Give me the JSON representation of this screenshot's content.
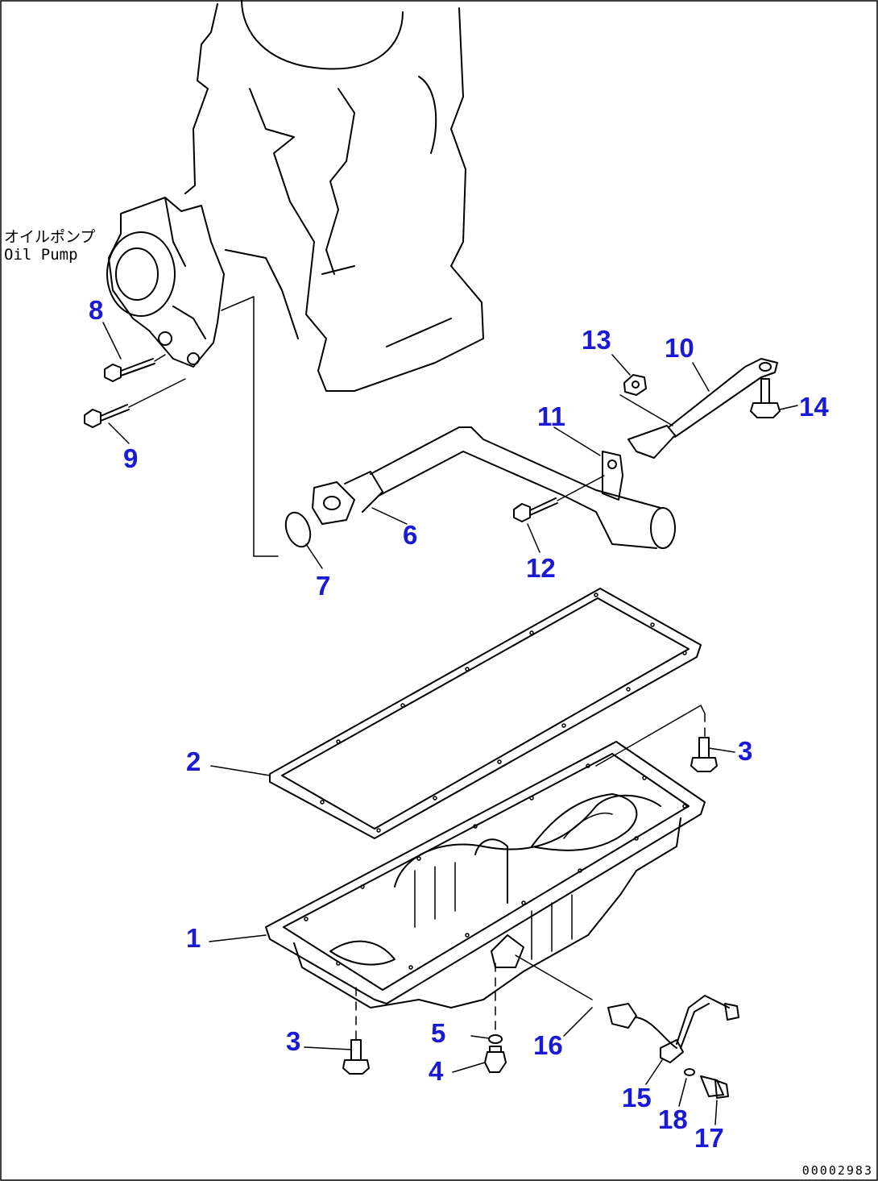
{
  "labels": {
    "oil_pump_jp": "オイルポンプ",
    "oil_pump_en": "Oil Pump",
    "drawing_number": "00002983"
  },
  "callouts": [
    {
      "id": "p1",
      "text": "1"
    },
    {
      "id": "p2",
      "text": "2"
    },
    {
      "id": "p3a",
      "text": "3"
    },
    {
      "id": "p3b",
      "text": "3"
    },
    {
      "id": "p4",
      "text": "4"
    },
    {
      "id": "p5",
      "text": "5"
    },
    {
      "id": "p6",
      "text": "6"
    },
    {
      "id": "p7",
      "text": "7"
    },
    {
      "id": "p8",
      "text": "8"
    },
    {
      "id": "p9",
      "text": "9"
    },
    {
      "id": "p10",
      "text": "10"
    },
    {
      "id": "p11",
      "text": "11"
    },
    {
      "id": "p12",
      "text": "12"
    },
    {
      "id": "p13",
      "text": "13"
    },
    {
      "id": "p14",
      "text": "14"
    },
    {
      "id": "p15",
      "text": "15"
    },
    {
      "id": "p16",
      "text": "16"
    },
    {
      "id": "p17",
      "text": "17"
    },
    {
      "id": "p18",
      "text": "18"
    }
  ],
  "colors": {
    "callout": "#1a1ad6",
    "line": "#000000"
  }
}
